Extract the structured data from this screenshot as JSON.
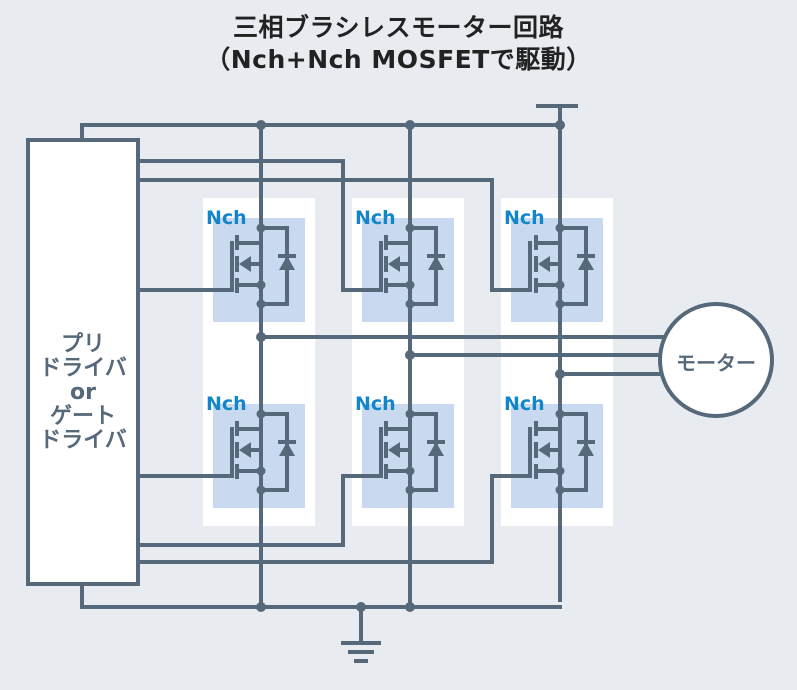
{
  "title": {
    "line1": "三相ブラシレスモーター回路",
    "line2": "（Nch+Nch MOSFETで駆動）"
  },
  "driver": {
    "lines": [
      "プリ",
      "ドライバ",
      "or",
      "ゲート",
      "ドライバ"
    ]
  },
  "motor": {
    "label": "モーター"
  },
  "mosfets": [
    {
      "id": "high-u",
      "label": "Nch"
    },
    {
      "id": "high-v",
      "label": "Nch"
    },
    {
      "id": "high-w",
      "label": "Nch"
    },
    {
      "id": "low-u",
      "label": "Nch"
    },
    {
      "id": "low-v",
      "label": "Nch"
    },
    {
      "id": "low-w",
      "label": "Nch"
    }
  ],
  "colors": {
    "wire": "#56697a",
    "nch_label": "#1286c9",
    "mosfet_fill": "#c9daf0",
    "background": "#e8ecf1"
  }
}
